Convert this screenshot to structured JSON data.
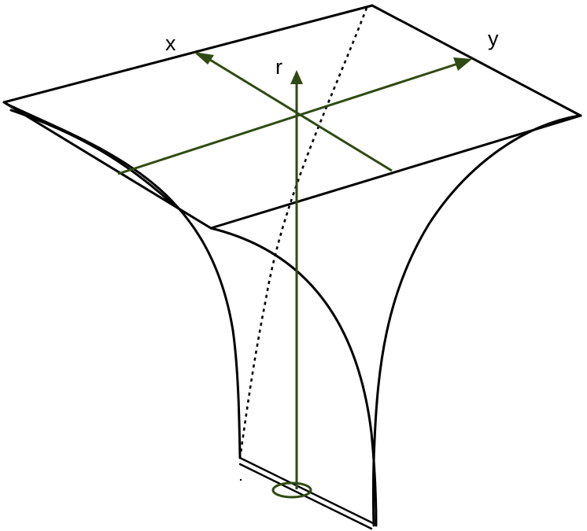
{
  "diagram": {
    "axis_labels": {
      "x": "x",
      "y": "y",
      "r": "r"
    },
    "colors": {
      "outline": "#000000",
      "axes": "#2f4a12"
    },
    "icons": [
      "arrowhead-icon",
      "ring-icon"
    ]
  }
}
